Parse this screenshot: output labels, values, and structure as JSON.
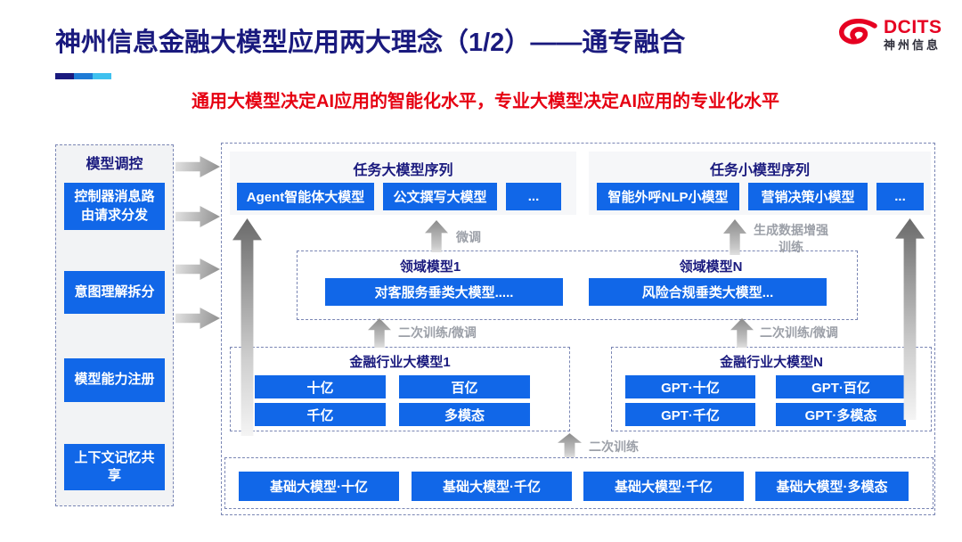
{
  "header": {
    "title": "神州信息金融大模型应用两大理念（1/2）——通专融合",
    "subtitle": "通用大模型决定AI应用的智能化水平，专业大模型决定AI应用的专业化水平",
    "logo": {
      "brand": "DCITS",
      "brand_cn": "神州信息"
    }
  },
  "sidebar": {
    "title": "模型调控",
    "items": [
      {
        "label": "控制器消息路由请求分发"
      },
      {
        "label": "意图理解拆分"
      },
      {
        "label": "模型能力注册"
      },
      {
        "label": "上下文记忆共享"
      }
    ]
  },
  "diagram": {
    "task_large": {
      "title": "任务大模型序列",
      "items": [
        {
          "label": "Agent智能体大模型"
        },
        {
          "label": "公文撰写大模型"
        },
        {
          "label": "..."
        }
      ]
    },
    "task_small": {
      "title": "任务小模型序列",
      "items": [
        {
          "label": "智能外呼NLP小模型"
        },
        {
          "label": "营销决策小模型"
        },
        {
          "label": "..."
        }
      ]
    },
    "domain_models": {
      "groups": [
        {
          "title": "领域模型1",
          "model": "对客服务垂类大模型....."
        },
        {
          "title": "领域模型N",
          "model": "风险合规垂类大模型..."
        }
      ]
    },
    "industry_models": [
      {
        "title": "金融行业大模型1",
        "items": [
          {
            "label": "十亿"
          },
          {
            "label": "百亿"
          },
          {
            "label": "千亿"
          },
          {
            "label": "多模态"
          }
        ]
      },
      {
        "title": "金融行业大模型N",
        "items": [
          {
            "label": "GPT·十亿"
          },
          {
            "label": "GPT·百亿"
          },
          {
            "label": "GPT·千亿"
          },
          {
            "label": "GPT·多模态"
          }
        ]
      }
    ],
    "base_models": {
      "items": [
        {
          "label": "基础大模型·十亿"
        },
        {
          "label": "基础大模型·千亿"
        },
        {
          "label": "基础大模型·千亿"
        },
        {
          "label": "基础大模型·多模态"
        }
      ]
    },
    "flow_labels": {
      "finetune": "微调",
      "gen_data_augment": "生成数据增强训练",
      "retrain_finetune": "二次训练/微调",
      "retrain": "二次训练"
    }
  },
  "colors": {
    "primary_blue": "#1167e8",
    "navy": "#1a1a7e",
    "accent_red": "#e60012",
    "logo_red": "#e60021",
    "accent_mid_blue": "#1e7bd6",
    "accent_cyan": "#3fc1ef"
  }
}
